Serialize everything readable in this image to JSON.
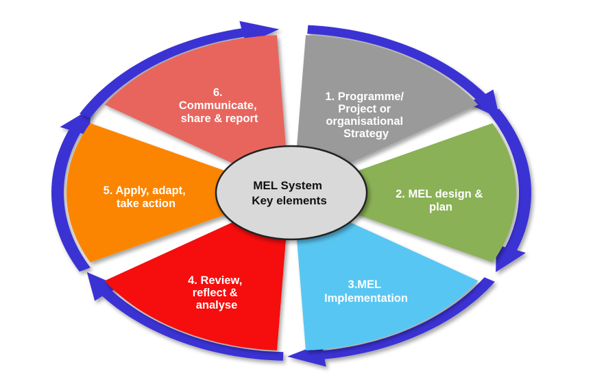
{
  "diagram": {
    "center": {
      "lines": [
        "MEL System",
        "Key elements"
      ],
      "color": "#d9d9d9"
    },
    "arrow_color": "#3a33d4",
    "segments": [
      {
        "id": "strategy",
        "lines": [
          "1. Programme/",
          "Project or",
          "organisational",
          "Strategy"
        ],
        "color": "#9a9a9a"
      },
      {
        "id": "design",
        "lines": [
          "2. MEL design &",
          "plan"
        ],
        "color": "#8ab155"
      },
      {
        "id": "implement",
        "lines": [
          "3.MEL",
          "Implementation"
        ],
        "color": "#59c6f2"
      },
      {
        "id": "review",
        "lines": [
          "4. Review,",
          "reflect &",
          "analyse"
        ],
        "color": "#f60c0c"
      },
      {
        "id": "apply",
        "lines": [
          "5. Apply, adapt,",
          "take action"
        ],
        "color": "#fb8506"
      },
      {
        "id": "communicate",
        "lines": [
          "6.",
          "Communicate,",
          "share & report"
        ],
        "color": "#e8655d"
      }
    ]
  }
}
